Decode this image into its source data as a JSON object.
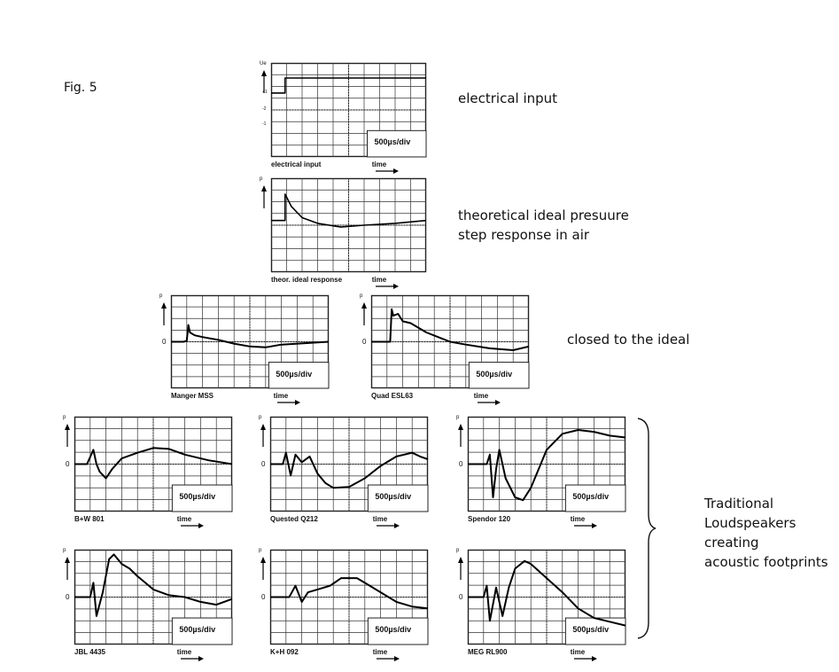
{
  "figure": {
    "label": "Fig. 5",
    "notes": {
      "electrical_input": "electrical input",
      "ideal_line1": "theoretical ideal presuure",
      "ideal_line2": "step response in air",
      "closed": "closed to the ideal",
      "traditional": [
        "Traditional",
        "Loudspeakers",
        "creating",
        "acoustic footprints"
      ]
    }
  },
  "chart_data": [
    {
      "type": "line",
      "id": "electrical",
      "caption": "electrical input",
      "time_label": "time",
      "scale_label": "500µs/div",
      "y_axis_label": "Ue",
      "y_ticks": [
        "+1",
        "-2",
        "-1"
      ],
      "show_zero": false,
      "x": [
        0,
        0.09,
        0.09,
        1
      ],
      "y": [
        0.68,
        0.68,
        0.84,
        0.84
      ]
    },
    {
      "type": "line",
      "id": "ideal",
      "caption": "theor. ideal response",
      "time_label": "time",
      "scale_label": "",
      "y_axis_label": "p",
      "show_zero": false,
      "x": [
        0,
        0.09,
        0.09,
        0.13,
        0.2,
        0.3,
        0.45,
        0.6,
        0.8,
        1
      ],
      "y": [
        0.55,
        0.55,
        0.83,
        0.7,
        0.58,
        0.52,
        0.48,
        0.5,
        0.52,
        0.55
      ]
    },
    {
      "type": "line",
      "id": "manger",
      "caption": "Manger MSS",
      "time_label": "time",
      "scale_label": "500µs/div",
      "y_axis_label": "p",
      "show_zero": true,
      "x": [
        0,
        0.08,
        0.1,
        0.11,
        0.12,
        0.15,
        0.2,
        0.3,
        0.4,
        0.5,
        0.6,
        0.7,
        1
      ],
      "y": [
        0.5,
        0.5,
        0.51,
        0.68,
        0.6,
        0.57,
        0.55,
        0.52,
        0.48,
        0.45,
        0.44,
        0.47,
        0.5
      ]
    },
    {
      "type": "line",
      "id": "quad",
      "caption": "Quad ESL63",
      "time_label": "time",
      "scale_label": "500µs/div",
      "y_axis_label": "p",
      "show_zero": true,
      "x": [
        0,
        0.12,
        0.13,
        0.14,
        0.17,
        0.2,
        0.25,
        0.35,
        0.5,
        0.6,
        0.75,
        0.9,
        1
      ],
      "y": [
        0.5,
        0.5,
        0.85,
        0.78,
        0.8,
        0.72,
        0.7,
        0.6,
        0.5,
        0.47,
        0.43,
        0.41,
        0.45
      ]
    },
    {
      "type": "line",
      "id": "bw801",
      "caption": "B+W 801",
      "time_label": "time",
      "scale_label": "500µs/div",
      "y_axis_label": "p",
      "show_zero": true,
      "x": [
        0,
        0.08,
        0.12,
        0.14,
        0.16,
        0.2,
        0.24,
        0.3,
        0.4,
        0.5,
        0.6,
        0.7,
        0.85,
        1
      ],
      "y": [
        0.5,
        0.5,
        0.65,
        0.5,
        0.42,
        0.35,
        0.45,
        0.56,
        0.62,
        0.67,
        0.66,
        0.6,
        0.54,
        0.5
      ]
    },
    {
      "type": "line",
      "id": "quested",
      "caption": "Quested Q212",
      "time_label": "time",
      "scale_label": "500µs/div",
      "y_axis_label": "p",
      "show_zero": true,
      "x": [
        0,
        0.08,
        0.1,
        0.13,
        0.16,
        0.2,
        0.25,
        0.3,
        0.35,
        0.4,
        0.5,
        0.6,
        0.7,
        0.8,
        0.9,
        0.95,
        1
      ],
      "y": [
        0.5,
        0.5,
        0.62,
        0.38,
        0.6,
        0.52,
        0.58,
        0.4,
        0.3,
        0.25,
        0.26,
        0.35,
        0.48,
        0.58,
        0.62,
        0.58,
        0.55
      ]
    },
    {
      "type": "line",
      "id": "spendor",
      "caption": "Spendor 120",
      "time_label": "time",
      "scale_label": "500µs/div",
      "y_axis_label": "p",
      "show_zero": true,
      "x": [
        0,
        0.12,
        0.14,
        0.16,
        0.18,
        0.2,
        0.24,
        0.3,
        0.35,
        0.4,
        0.45,
        0.5,
        0.6,
        0.7,
        0.8,
        0.9,
        1
      ],
      "y": [
        0.5,
        0.5,
        0.6,
        0.15,
        0.45,
        0.65,
        0.35,
        0.15,
        0.12,
        0.25,
        0.45,
        0.65,
        0.82,
        0.86,
        0.84,
        0.8,
        0.78
      ]
    },
    {
      "type": "line",
      "id": "jbl",
      "caption": "JBL 4435",
      "time_label": "time",
      "scale_label": "500µs/div",
      "y_axis_label": "p",
      "show_zero": true,
      "x": [
        0,
        0.1,
        0.12,
        0.14,
        0.18,
        0.22,
        0.25,
        0.3,
        0.35,
        0.4,
        0.45,
        0.5,
        0.6,
        0.7,
        0.8,
        0.9,
        1
      ],
      "y": [
        0.5,
        0.5,
        0.65,
        0.3,
        0.55,
        0.9,
        0.95,
        0.85,
        0.8,
        0.72,
        0.65,
        0.58,
        0.52,
        0.5,
        0.45,
        0.42,
        0.48
      ]
    },
    {
      "type": "line",
      "id": "kh",
      "caption": "K+H 092",
      "time_label": "time",
      "scale_label": "500µs/div",
      "y_axis_label": "p",
      "show_zero": true,
      "x": [
        0,
        0.12,
        0.16,
        0.2,
        0.24,
        0.3,
        0.38,
        0.45,
        0.55,
        0.6,
        0.7,
        0.8,
        0.9,
        1
      ],
      "y": [
        0.5,
        0.5,
        0.62,
        0.45,
        0.55,
        0.58,
        0.62,
        0.7,
        0.7,
        0.65,
        0.55,
        0.45,
        0.4,
        0.38
      ]
    },
    {
      "type": "line",
      "id": "meg",
      "caption": "MEG RL900",
      "time_label": "time",
      "scale_label": "500µs/div",
      "y_axis_label": "p",
      "show_zero": true,
      "x": [
        0,
        0.1,
        0.12,
        0.14,
        0.18,
        0.22,
        0.26,
        0.3,
        0.36,
        0.4,
        0.5,
        0.6,
        0.7,
        0.8,
        0.9,
        1
      ],
      "y": [
        0.5,
        0.5,
        0.62,
        0.25,
        0.6,
        0.3,
        0.6,
        0.8,
        0.88,
        0.85,
        0.7,
        0.55,
        0.38,
        0.28,
        0.24,
        0.2
      ]
    }
  ]
}
